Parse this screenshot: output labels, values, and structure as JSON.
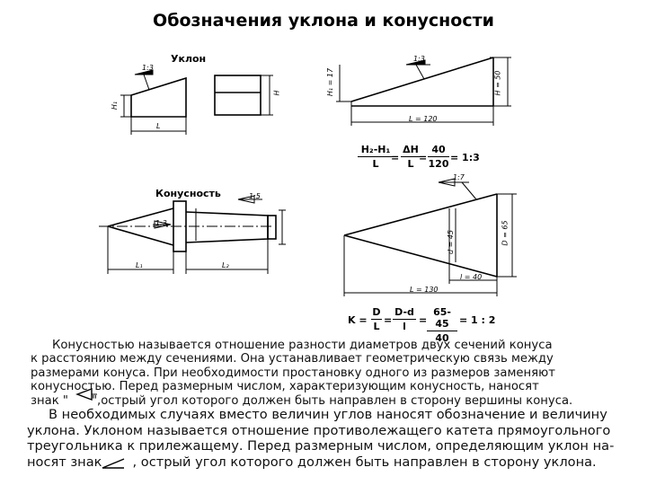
{
  "title": "Обозначения уклона и конусности",
  "slope_section": {
    "label": "Уклон",
    "left_marker": "1:3",
    "left_h1": "H₁",
    "left_h2": "H",
    "left_l": "L",
    "right_marker": "1:3",
    "right_h1": "H₁ = 17",
    "right_h": "H = 50",
    "right_l": "L = 120",
    "formula": {
      "num1": "H₂-H₁",
      "den1": "L",
      "num2": "ΔH",
      "den2": "L",
      "num3": "40",
      "den3": "120",
      "result": "= 1:3"
    }
  },
  "taper_section": {
    "label": "Конусность",
    "marker1": "1:3",
    "marker2": "1:5",
    "l1": "L₁",
    "l2": "L₂",
    "right_marker": "1:7",
    "right_d": "D = 65",
    "right_d2": "d = 45",
    "right_l1": "l = 40",
    "right_l": "L = 130",
    "formula": {
      "prefix": "K =",
      "num1": "D",
      "den1": "L",
      "num2": "D-d",
      "den2": "l",
      "num3": "65-45",
      "den3": "40",
      "result": "= 1 : 2"
    }
  },
  "paragraph1": {
    "line1": "Конусностью называется отношение разности диаметров двух сечений конуса",
    "line2": "к расстоянию между сечениями. Она устанавливает геометрическую связь между",
    "line3": "размерами конуса. При необходимости простановку одного из размеров заменяют",
    "line4": "конусностью. Перед размерным числом, характеризующим конусность, наносят",
    "line5a": "знак \"",
    "line5b": "\",острый угол которого должен быть направлен в сторону вершины конуса."
  },
  "paragraph2": {
    "line1": "В необходимых случаях вместо величин углов наносят обозначение и величину",
    "line2": "уклона. Уклоном называется отношение противолежащего катета прямоугольного",
    "line3": "треугольника к прилежащему. Перед размерным числом, определяющим уклон на-",
    "line4a": "носят знак",
    "line4b": ", острый угол которого должен быть направлен в сторону уклона."
  }
}
